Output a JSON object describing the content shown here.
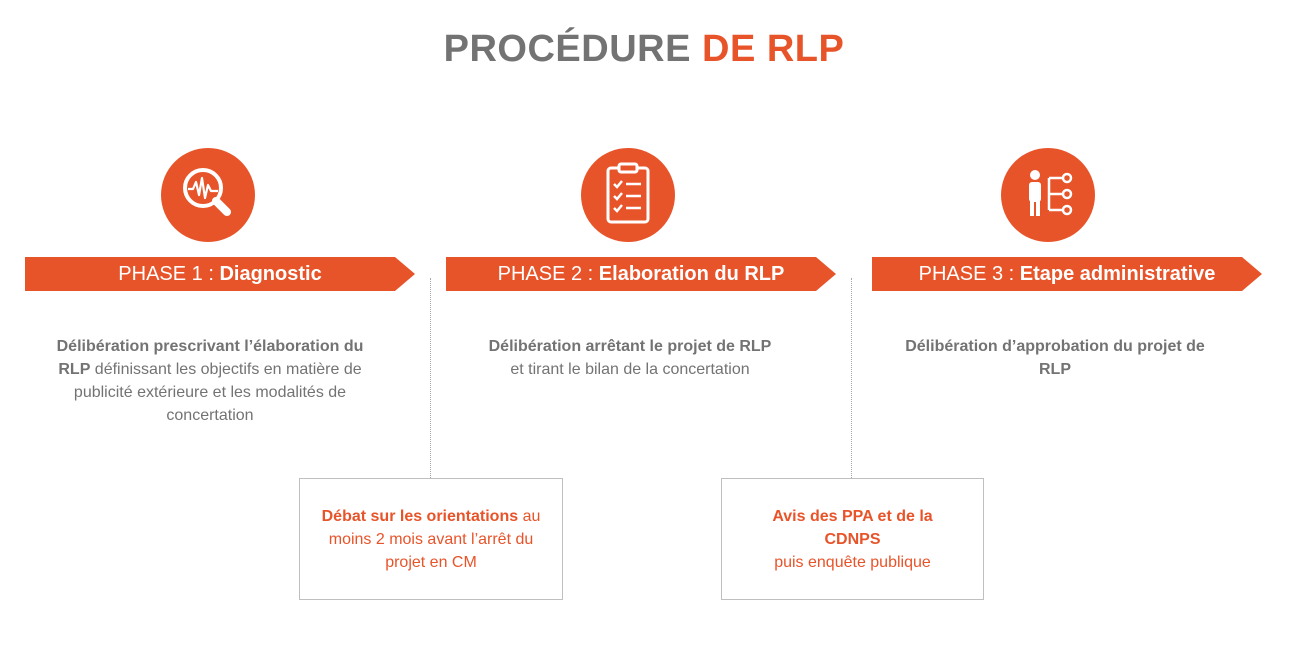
{
  "title": {
    "part1": "PROCÉDURE",
    "part2": "DE RLP"
  },
  "phases": [
    {
      "label": "PHASE 1 : ",
      "name": "Diagnostic",
      "icon": "magnifier-waveform-icon",
      "desc_bold": "Délibération prescrivant l’élaboration du RLP",
      "desc_rest": " définissant les objectifs en matière de publicité extérieure et les modalités de concertation"
    },
    {
      "label": "PHASE 2 : ",
      "name": "Elaboration du RLP",
      "icon": "clipboard-checklist-icon",
      "desc_bold": "Délibération arrêtant le projet de RLP",
      "desc_rest": "et tirant le bilan de la concertation"
    },
    {
      "label": "PHASE 3 : ",
      "name": "Etape administrative",
      "icon": "person-hierarchy-icon",
      "desc_bold": "Délibération d’approbation du projet de RLP",
      "desc_rest": ""
    }
  ],
  "boxes": [
    {
      "bold": "Débat sur les orientations",
      "rest": " au moins 2 mois avant l’arrêt du projet en CM"
    },
    {
      "bold": "Avis des PPA et de la CDNPS",
      "rest": "puis enquête publique"
    }
  ],
  "colors": {
    "accent": "#e8542a",
    "grey": "#737373"
  }
}
